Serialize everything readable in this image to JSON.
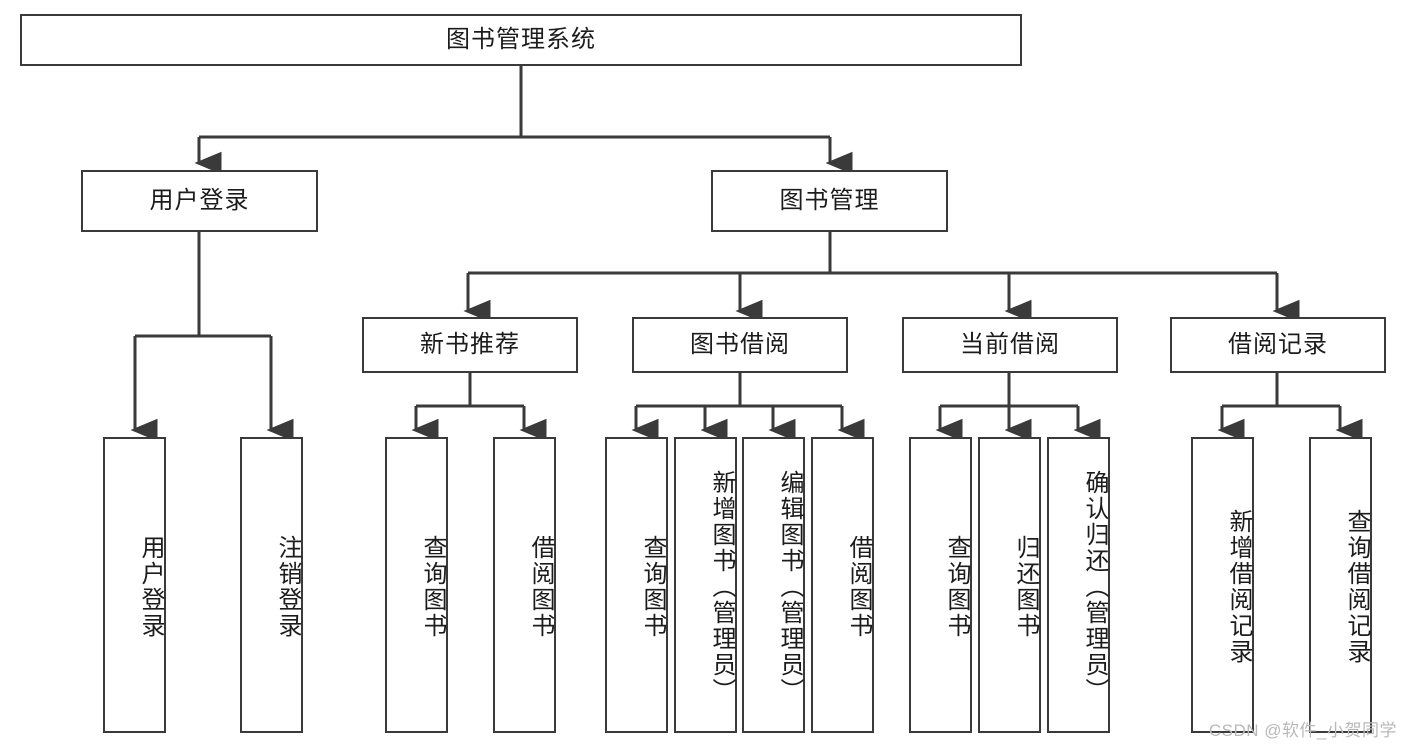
{
  "diagram": {
    "title_node": {
      "label": "图书管理系统"
    },
    "level2": [
      {
        "id": "user-login",
        "label": "用户登录"
      },
      {
        "id": "book-manage",
        "label": "图书管理"
      }
    ],
    "level3": [
      {
        "id": "new-book-recommend",
        "label": "新书推荐"
      },
      {
        "id": "book-borrow",
        "label": "图书借阅"
      },
      {
        "id": "current-borrow",
        "label": "当前借阅"
      },
      {
        "id": "borrow-record",
        "label": "借阅记录"
      }
    ],
    "leaves": {
      "user_login": [
        {
          "id": "leaf-user-login",
          "label": "用户登录"
        },
        {
          "id": "leaf-user-logout",
          "label": "注销登录"
        }
      ],
      "new_book_recommend": [
        {
          "id": "leaf-query-book-1",
          "label": "查询图书"
        },
        {
          "id": "leaf-borrow-book-1",
          "label": "借阅图书"
        }
      ],
      "book_borrow": [
        {
          "id": "leaf-query-book-2",
          "label": "查询图书"
        },
        {
          "id": "leaf-add-book",
          "label": "新增图书（管理员）"
        },
        {
          "id": "leaf-edit-book",
          "label": "编辑图书（管理员）"
        },
        {
          "id": "leaf-borrow-book-2",
          "label": "借阅图书"
        }
      ],
      "current_borrow": [
        {
          "id": "leaf-query-book-3",
          "label": "查询图书"
        },
        {
          "id": "leaf-return-book",
          "label": "归还图书"
        },
        {
          "id": "leaf-confirm-return",
          "label": "确认归还（管理员）"
        }
      ],
      "borrow_record": [
        {
          "id": "leaf-add-record",
          "label": "新增借阅记录"
        },
        {
          "id": "leaf-query-record",
          "label": "查询借阅记录"
        }
      ]
    }
  },
  "watermark": {
    "text": "CSDN @软件_小贺同学"
  },
  "colors": {
    "border": "#3a3a3a",
    "text": "#1c1c1c",
    "background": "#ffffff",
    "edge": "#3a3a3a",
    "watermark": "#b9b9b9"
  }
}
